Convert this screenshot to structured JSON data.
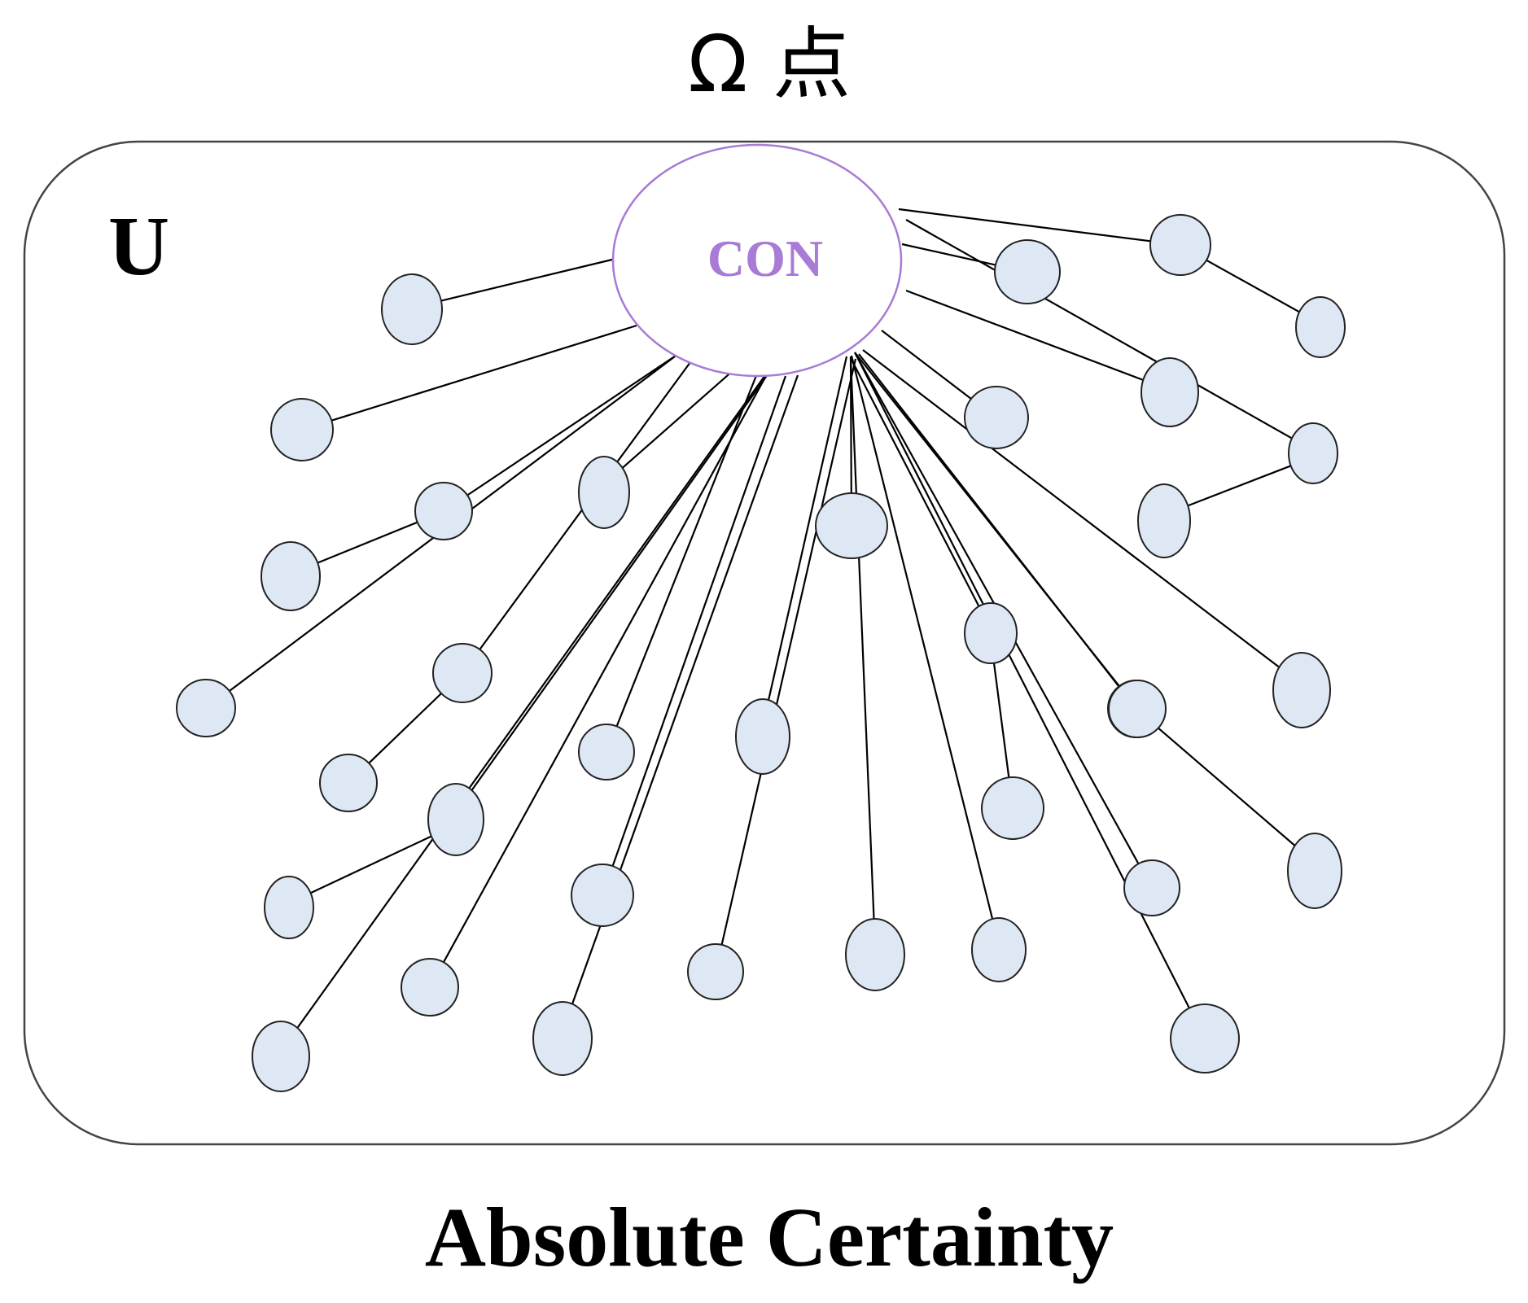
{
  "diagram": {
    "title": "Ω 点",
    "universe_label": "U",
    "center_label": "CON",
    "caption": "Absolute Certainty",
    "colors": {
      "node_fill": "#dde8f4",
      "node_stroke": "#222222",
      "center_stroke": "#a77bd6",
      "center_text": "#a77bd6",
      "frame_stroke": "#444444",
      "edge_stroke": "#000000"
    },
    "nodes": [
      {
        "id": "n1"
      },
      {
        "id": "n2"
      },
      {
        "id": "n3"
      },
      {
        "id": "n4"
      },
      {
        "id": "n5"
      },
      {
        "id": "n6"
      },
      {
        "id": "n7"
      },
      {
        "id": "n8"
      },
      {
        "id": "n9"
      },
      {
        "id": "n10"
      },
      {
        "id": "n11"
      },
      {
        "id": "n12"
      },
      {
        "id": "n13"
      },
      {
        "id": "n14"
      },
      {
        "id": "n15"
      },
      {
        "id": "n16"
      },
      {
        "id": "n17"
      },
      {
        "id": "n18"
      },
      {
        "id": "n19"
      },
      {
        "id": "n20"
      },
      {
        "id": "n21"
      },
      {
        "id": "n22"
      },
      {
        "id": "n23"
      },
      {
        "id": "n24"
      },
      {
        "id": "n25"
      },
      {
        "id": "n26"
      },
      {
        "id": "n27"
      },
      {
        "id": "n28"
      },
      {
        "id": "n29"
      },
      {
        "id": "n30"
      },
      {
        "id": "n31"
      },
      {
        "id": "n32"
      },
      {
        "id": "n33"
      },
      {
        "id": "n34"
      },
      {
        "id": "n35"
      }
    ],
    "edges": [
      [
        "CON",
        "n1"
      ],
      [
        "CON",
        "n2"
      ],
      [
        "CON",
        "n3"
      ],
      [
        "n3",
        "n4"
      ],
      [
        "CON",
        "n5"
      ],
      [
        "CON",
        "n6"
      ],
      [
        "n6",
        "n7"
      ],
      [
        "CON",
        "n8"
      ],
      [
        "CON",
        "n9"
      ],
      [
        "CON",
        "n10"
      ],
      [
        "n10",
        "n11"
      ],
      [
        "CON",
        "n12"
      ],
      [
        "CON",
        "n13"
      ],
      [
        "CON",
        "n14"
      ],
      [
        "CON",
        "n15"
      ],
      [
        "CON",
        "n16"
      ],
      [
        "CON",
        "n17"
      ],
      [
        "CON",
        "n18"
      ],
      [
        "CON",
        "n19"
      ],
      [
        "n19",
        "n20"
      ],
      [
        "CON",
        "n21"
      ],
      [
        "CON",
        "n22"
      ],
      [
        "CON",
        "n23"
      ],
      [
        "n23",
        "n24"
      ],
      [
        "CON",
        "n25"
      ],
      [
        "CON",
        "n26"
      ],
      [
        "n26",
        "n27"
      ],
      [
        "CON",
        "n28"
      ],
      [
        "CON",
        "n29"
      ],
      [
        "CON",
        "n30"
      ],
      [
        "CON",
        "n31"
      ],
      [
        "n31",
        "n32"
      ],
      [
        "CON",
        "n33"
      ],
      [
        "CON",
        "n34"
      ],
      [
        "CON",
        "n35"
      ]
    ]
  }
}
